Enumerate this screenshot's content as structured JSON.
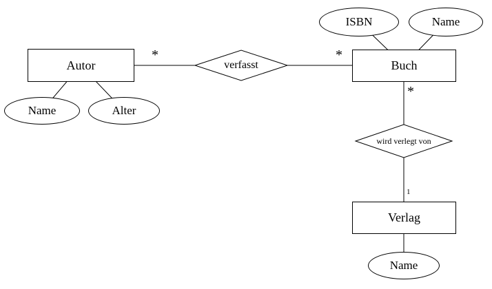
{
  "diagram": {
    "kind": "entity-relationship",
    "entities": [
      {
        "label": "Autor"
      },
      {
        "label": "Buch"
      },
      {
        "label": "Verlag"
      }
    ],
    "relationships": [
      {
        "label": "verfasst",
        "between": [
          "Autor",
          "Buch"
        ]
      },
      {
        "label": "wird verlegt von",
        "between": [
          "Buch",
          "Verlag"
        ]
      }
    ],
    "attributes": [
      {
        "label": "Name",
        "entity": "Autor"
      },
      {
        "label": "Alter",
        "entity": "Autor"
      },
      {
        "label": "ISBN",
        "entity": "Buch"
      },
      {
        "label": "Name",
        "entity": "Buch"
      },
      {
        "label": "Name",
        "entity": "Verlag"
      }
    ],
    "cardinalities": [
      {
        "label": "*",
        "at": "Autor - verfasst"
      },
      {
        "label": "*",
        "at": "verfasst - Buch"
      },
      {
        "label": "*",
        "at": "Buch - wird verlegt von"
      },
      {
        "label": "1",
        "at": "wird verlegt von - Verlag"
      }
    ],
    "colors": {
      "stroke": "#000000",
      "background": "#ffffff"
    }
  }
}
